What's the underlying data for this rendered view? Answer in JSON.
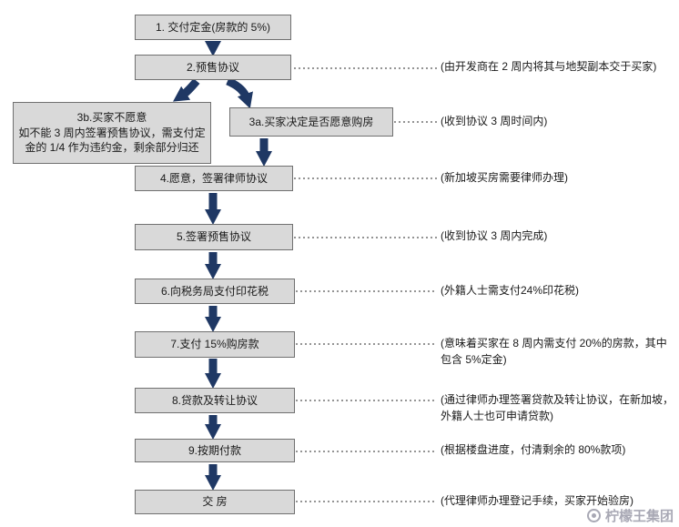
{
  "boxes": {
    "step1": "1.  交付定金(房款的 5%)",
    "step2": "2.预售协议",
    "step3b_title": "3b.买家不愿意",
    "step3b_body": "如不能 3 周内签署预售协议，需支付定金的 1/4 作为违约金，剩余部分归还",
    "step3a": "3a.买家决定是否愿意购房",
    "step4": "4.愿意，签署律师协议",
    "step5": "5.签署预售协议",
    "step6": "6.向税务局支付印花税",
    "step7": "7.支付 15%购房款",
    "step8": "8.贷款及转让协议",
    "step9": "9.按期付款",
    "final": "交  房"
  },
  "annotations": [
    "(由开发商在 2 周内将其与地契副本交于买家)",
    "(收到协议 3 周时间内)",
    "(新加坡买房需要律师办理)",
    "(收到协议 3 周内完成)",
    "(外籍人士需支付24%印花税)",
    "(意味着买家在 8 周内需支付 20%的房款，其中包含 5%定金)",
    "(通过律师办理签署贷款及转让协议，在新加坡，外籍人士也可申请贷款)",
    "(根据楼盘进度，付清剩余的 80%款项)",
    "(代理律师办理登记手续，买家开始验房)"
  ],
  "watermark": "柠檬王集团",
  "colors": {
    "arrow": "#1f3864",
    "box_fill": "#d9d9d9",
    "box_border": "#707070",
    "connector_dotted": "#555555"
  }
}
